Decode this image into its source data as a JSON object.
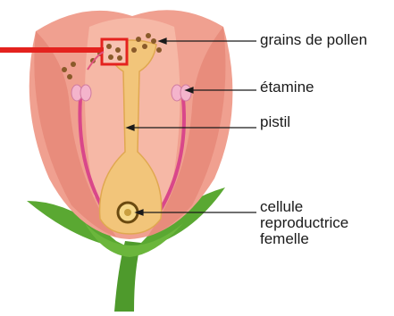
{
  "labels": {
    "pollen": "grains de pollen",
    "etamine": "étamine",
    "pistil": "pistil",
    "cellule_line1": "cellule",
    "cellule_line2": "reproductrice",
    "cellule_line3": "femelle"
  },
  "colors": {
    "petal": "#f0a090",
    "petal_light": "#f7c2b2",
    "pistil": "#f2c57a",
    "sepal": "#5aa832",
    "stem": "#4e9a2c",
    "filament": "#d9478a",
    "anther": "#f4b4cc",
    "pollen": "#8a5a2a",
    "highlight": "#e4221e"
  }
}
